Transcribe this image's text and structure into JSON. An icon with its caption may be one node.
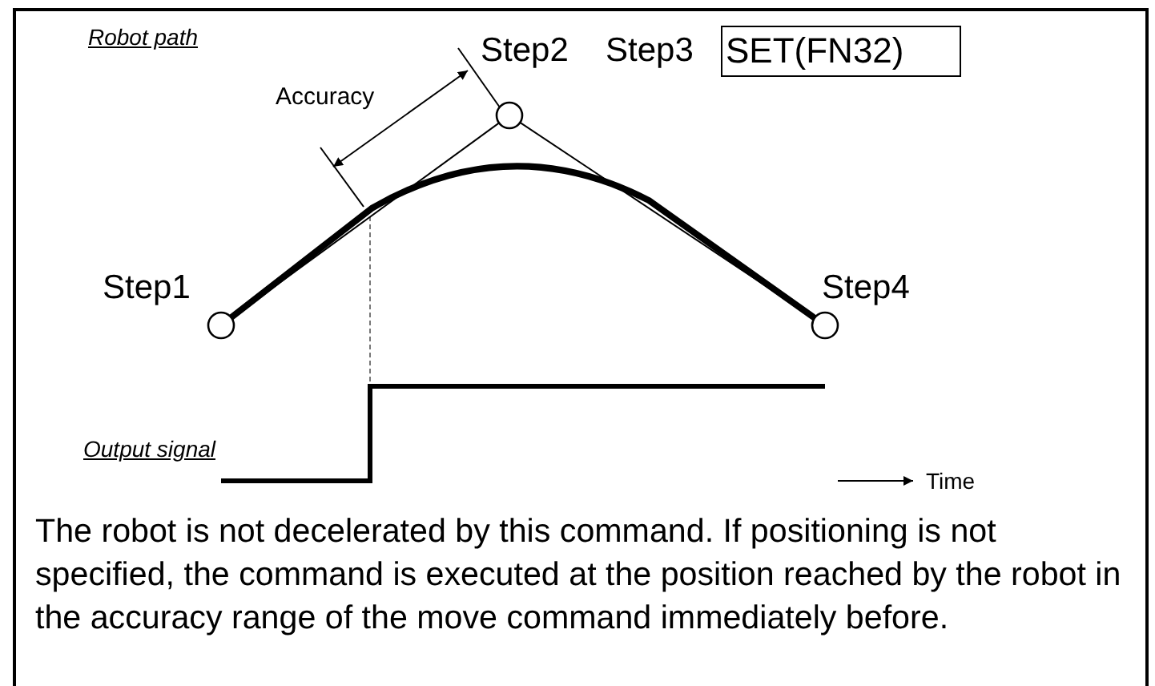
{
  "diagram": {
    "nodes": [
      {
        "text": [],
        "shape": "circle",
        "beside": [
          "Step1"
        ]
      },
      {
        "text": [],
        "shape": "circle",
        "beside": [
          "Step2"
        ]
      },
      {
        "text": [],
        "shape": "circle",
        "beside": [
          "Step4"
        ]
      },
      {
        "text": [
          "SET(FN32)"
        ],
        "beside": [
          "Step3"
        ]
      }
    ],
    "edges": [
      {
        "from": 0,
        "to": 1,
        "arrow": "none"
      },
      {
        "from": 1,
        "to": 2,
        "arrow": "none"
      },
      {
        "from": 0,
        "to": 2,
        "arrow": "none",
        "style": "thick"
      }
    ],
    "labels": [
      "Robot path",
      "Accuracy",
      "Output signal",
      "Time",
      "The robot is not decelerated by this command. If positioning is not specified, the command is executed at the position reached by the robot in the accuracy range of the move command immediately before."
    ]
  }
}
